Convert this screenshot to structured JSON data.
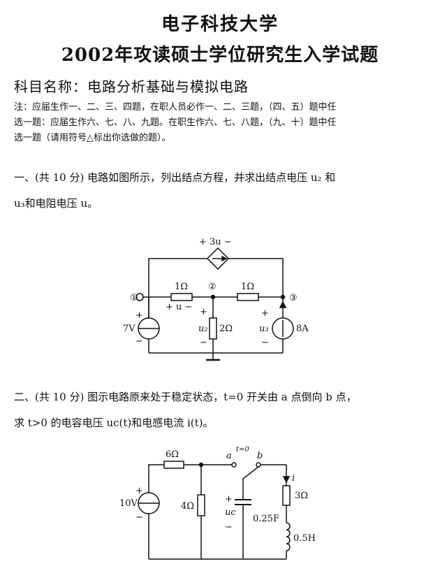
{
  "header": {
    "university": "电子科技大学",
    "exam_title": "2002年攻读硕士学位研究生入学试题",
    "subject": "科目名称：电路分析基础与模拟电路"
  },
  "notes": [
    "注：应届生作一、二、三、四题，在职人员必作一、二、三题，（四、五）题中任",
    "选一题：应届生作六、七、八、九题。在职生作六、七、八题，（九、十）题中任",
    "选一题（请用符号△标出你选做的题）。"
  ],
  "question1": {
    "line1": "一、(共 10 分) 电路如图所示，列出结点方程，并求出结点电压 u₂ 和",
    "line2": "u₃和电阻电压 u。",
    "circuit": {
      "dep_source": "+ 3u −",
      "node1": "①",
      "node2": "②",
      "node3": "③",
      "r1": "1Ω",
      "r2": "1Ω",
      "r3": "2Ω",
      "u_label": "+  u  −",
      "u2": "u₂",
      "u3": "u₃",
      "vsrc": "7V",
      "isrc": "8A",
      "plus": "+",
      "minus": "−"
    }
  },
  "question2": {
    "line1": "二、(共 10 分) 图示电路原来处于稳定状态，t=0 开关由 a 点倒向 b 点，",
    "line2": "求 t>0 的电容电压 uc(t)和电感电流 i(t)。",
    "circuit": {
      "r6": "6Ω",
      "r4": "4Ω",
      "r3": "3Ω",
      "vsrc": "10V",
      "cap": "0.25F",
      "ind": "0.5H",
      "a": "a",
      "b": "b",
      "t0": "t=0",
      "i": "i",
      "uc": "uc",
      "plus": "+",
      "minus": "−"
    }
  }
}
